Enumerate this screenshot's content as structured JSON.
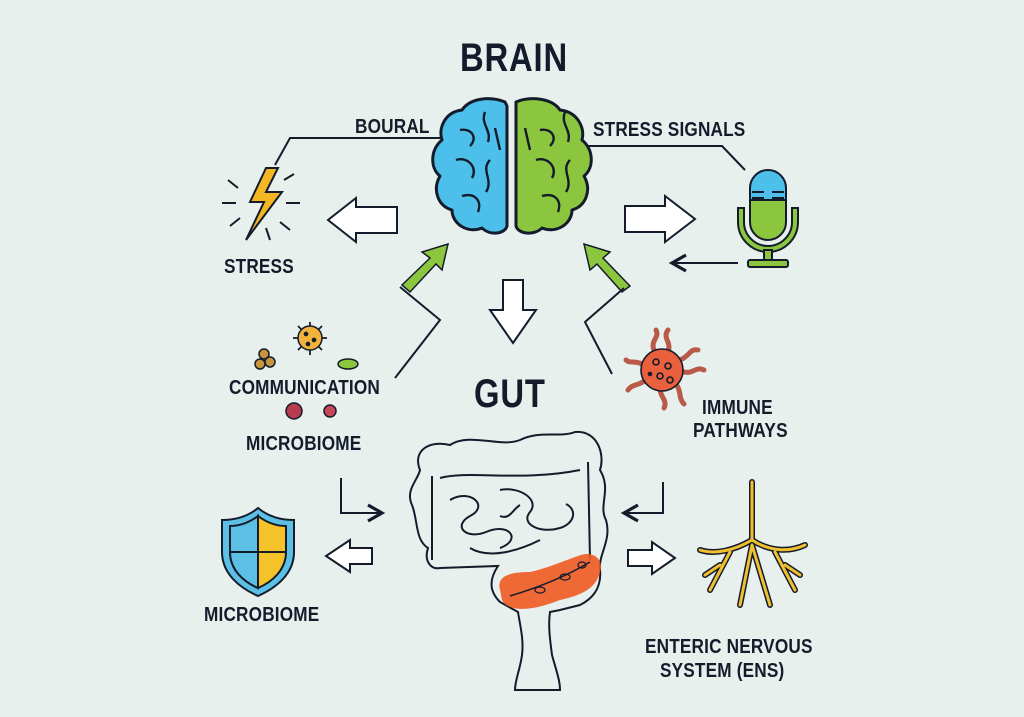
{
  "diagram": {
    "title_top": "BRAIN",
    "title_bottom": "GUT",
    "labels": {
      "bourall": "BOURAL",
      "stress_signals": "STRESS SIGNALS",
      "stress": "STRESS",
      "communication": "COMMUNICATION",
      "microbiome_left": "MICROBIOME",
      "immune_line1": "IMMUNE",
      "immune_line2": "PATHWAYS",
      "microbiome_shield": "MICROBIOME",
      "ens_line1": "ENTERIC NERVOUS",
      "ens_line2": "SYSTEM (ENS)"
    },
    "icons": {
      "brain": "brain-icon",
      "stress": "lightning-bolt-icon",
      "stress_signals": "microphone-icon",
      "communication": "microbes-icon",
      "immune": "virus-icon",
      "gut": "intestines-icon",
      "microbiome": "shield-icon",
      "ens": "nerve-roots-icon"
    },
    "colors": {
      "background": "#e8f0ee",
      "text": "#141c2b",
      "brain_left": "#4cc0ea",
      "brain_right": "#8cc63f",
      "lightning": "#f5b623",
      "immune": "#e8603c",
      "gut_highlight": "#f05a22",
      "shield_blue": "#5bbfe6",
      "shield_yellow": "#f6c22a",
      "nerve": "#f0c030"
    }
  }
}
